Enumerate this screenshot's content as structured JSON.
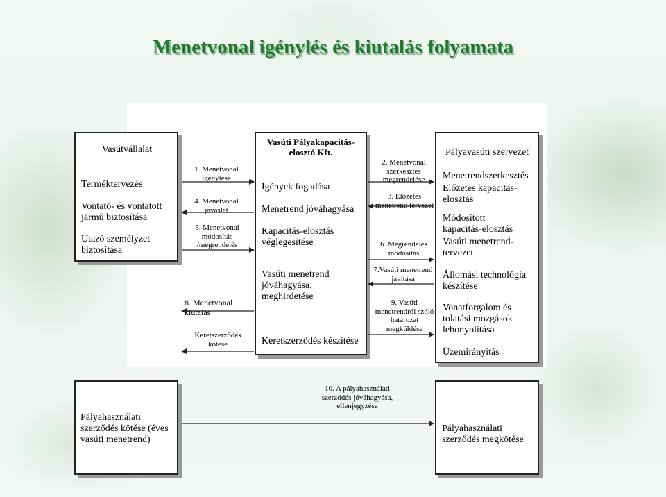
{
  "title": "Menetvonal igénylés és kiutalás folyamata",
  "boxes": {
    "vasutvallalat": {
      "heading": "Vasútvállalat",
      "items": [
        "Terméktervezés",
        "Vontató- és vontatott jármű biztosítása",
        "Utazó személyzet biztosítása"
      ]
    },
    "kapacitas": {
      "heading": "Vasúti Pályakapacitás-elosztó Kft.",
      "items": [
        "Igények fogadása",
        "Menetrend jóváhagyása",
        "Kapacitás-elosztás véglegesítése",
        "Vasúti menetrend jóváhagyása, meghirdetése",
        "Keretszerződés készítése"
      ]
    },
    "palyavasut": {
      "heading": "Pályavasúti szervezet",
      "items": [
        "Menetrendszerkesztés",
        "Előzetes kapacitás-elosztás",
        "Módosított kapacitás-elosztás",
        "Vasúti menetrend-tervezet",
        "Állomási technológia készítése",
        "Vonatforgalom és tolatási mozgások lebonyolítása",
        "Üzemirányítás"
      ]
    },
    "bottom_left": "Pályahasználati szerződés kötése (éves vasúti menetrend)",
    "bottom_right": "Pályahasználati szerződés megkötése"
  },
  "left_arrows": [
    "1. Menetvonal igénylése",
    "4. Menetvonal javaslat",
    "5. Menetvonal módosítás /megrendelés",
    "8. Menetvonal kiutalás",
    "Keretszerződés kötése"
  ],
  "right_arrows": [
    "2. Menetvonal szerkesztés megrendelése",
    "3. Előzetes menetrend tervezet",
    "6. Megrendelés módosítás",
    "7.Vasúti menetrend javítása",
    "9. Vasúti menetrendről szóló határozat megküldése"
  ],
  "bottom_arrow": "10. A pályahasználati szerződés jóváhagyása, ellenjegyzése"
}
